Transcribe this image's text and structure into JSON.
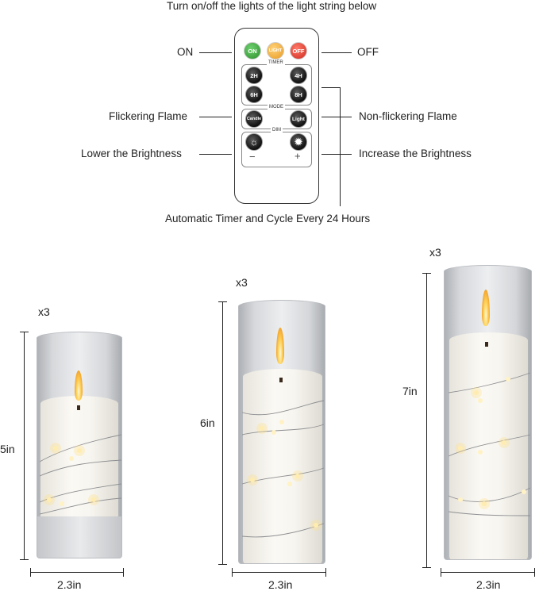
{
  "top_caption": "Turn on/off the lights of the light string below",
  "bottom_caption": "Automatic Timer and Cycle Every 24 Hours",
  "callouts": {
    "on": "ON",
    "off": "OFF",
    "flickering": "Flickering Flame",
    "non_flickering": "Non-flickering Flame",
    "lower": "Lower the Brightness",
    "increase": "Increase the Brightness"
  },
  "remote": {
    "on_label": "ON",
    "light_label": "LIGHT",
    "off_label": "OFF",
    "timer_title": "TIMER",
    "timer_2h": "2H",
    "timer_4h": "4H",
    "timer_6h": "6H",
    "timer_8h": "8H",
    "mode_title": "MODE",
    "mode_candle": "Candle",
    "mode_light": "Light",
    "dim_title": "DIM",
    "minus": "−",
    "plus": "+"
  },
  "candles": [
    {
      "qty": "x3",
      "height": "5in",
      "width": "2.3in"
    },
    {
      "qty": "x3",
      "height": "6in",
      "width": "2.3in"
    },
    {
      "qty": "x3",
      "height": "7in",
      "width": "2.3in"
    }
  ],
  "colors": {
    "on_button": "#3aa63a",
    "light_button": "#f0a830",
    "off_button": "#e23b2e"
  }
}
